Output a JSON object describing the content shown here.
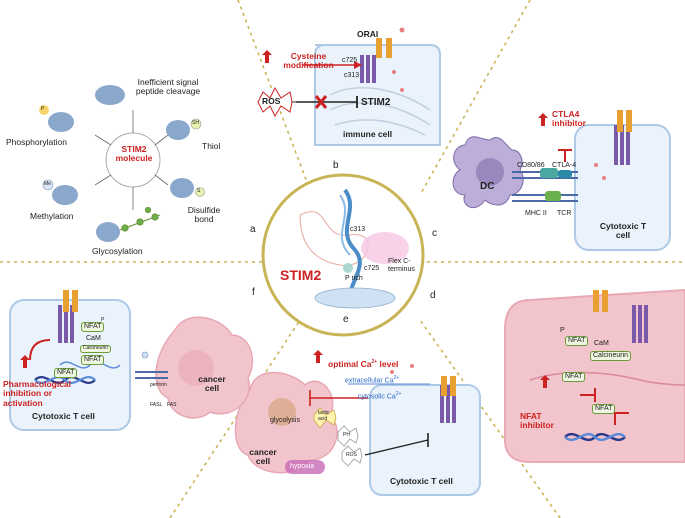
{
  "panel_letters": {
    "a": "a",
    "b": "b",
    "c": "c",
    "d": "d",
    "e": "e",
    "f": "f"
  },
  "center": {
    "title": "STIM2",
    "c313": "c313",
    "c725": "c725",
    "p_rich": "P rich",
    "flex": "Flex C-terminus"
  },
  "panel_a": {
    "molecule": "STIM2 molecule",
    "modifications": [
      "Phosphorylation",
      "Inefficient signal peptide cleavage",
      "Thiol",
      "Methylation",
      "Glycosylation",
      "Disulfide bond"
    ],
    "badges": {
      "p": "P",
      "me": "Me",
      "sh": "SH",
      "s": "S"
    }
  },
  "panel_b": {
    "orai": "ORAI",
    "cysteine": "Cysteine modification",
    "ros": "ROS",
    "c725": "c725",
    "c313": "c313",
    "stim2": "STIM2",
    "cell": "immune cell"
  },
  "panel_c": {
    "ctla4_inhibitor": "CTLA4 inhibitor",
    "dc": "DC",
    "cd80": "CD80/86",
    "ctla4": "CTLA-4",
    "mhc": "MHC II",
    "tcr": "TCR",
    "cell": "Cytotoxic T cell"
  },
  "panel_d": {
    "p": "P",
    "nfat1": "NFAT",
    "cam": "CaM",
    "calcineurin": "Calcineurin",
    "nfat2": "NFAT",
    "nfat3": "NFAT",
    "inhibitor": "NFAT inhibitor"
  },
  "panel_e": {
    "optimal": "optimal Ca",
    "sup": "2+",
    "level": " level",
    "extracellular": "extracellular Ca",
    "cytosolic": "cytosolic Ca",
    "glycolysis": "glycolysis",
    "lactic": "lactic acid",
    "ph": "PH",
    "ros": "ROS",
    "hypoxia": "hypoxia",
    "cancer": "cancer cell",
    "tcell": "Cytotoxic T cell"
  },
  "panel_f": {
    "nfat1": "NFAT",
    "cam": "CaM",
    "calcineurin": "Calcineurin",
    "nfat2": "NFAT",
    "nfat3": "NFAT",
    "p": "P",
    "perforin": "perforin",
    "fasl": "FASL",
    "fas": "FAS",
    "cancer": "cancer cell",
    "pharm": "Pharmacological inhibition or activation",
    "tcell": "Cytotoxic T cell"
  },
  "colors": {
    "accent_red": "#cc2222",
    "membrane_blue": "#aec9e6",
    "cell_fill": "#eaf2fb",
    "cancer_pink": "#f2c5cc",
    "orai_orange": "#e8a030",
    "stim_purple": "#7a5aa8",
    "dashed_gold": "#c8b455"
  }
}
